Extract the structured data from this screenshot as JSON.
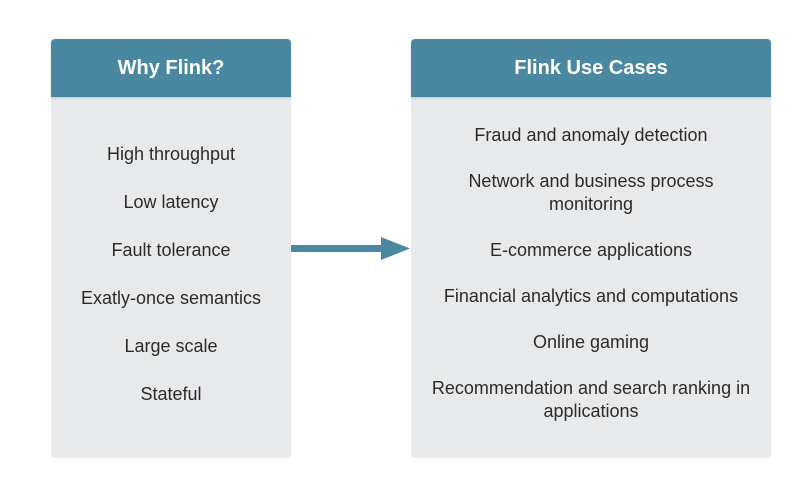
{
  "colors": {
    "header_bg": "#4a87a1",
    "panel_bg": "#e8e9eb",
    "arrow": "#4a87a1",
    "text": "#2b2b2b"
  },
  "left_panel": {
    "title": "Why Flink?",
    "items": [
      "High throughput",
      "Low latency",
      "Fault tolerance",
      "Exatly-once semantics",
      "Large scale",
      "Stateful"
    ]
  },
  "right_panel": {
    "title": "Flink Use Cases",
    "items": [
      {
        "line1": "Fraud and anomaly detection",
        "line2": ""
      },
      {
        "line1": "Network and business process",
        "line2": "monitoring"
      },
      {
        "line1": "E-commerce applications",
        "line2": ""
      },
      {
        "line1": "Financial analytics and computations",
        "line2": ""
      },
      {
        "line1": "Online gaming",
        "line2": ""
      },
      {
        "line1": "Recommendation and search ranking in",
        "line2": "applications"
      }
    ]
  },
  "connector": {
    "icon": "right-arrow-icon"
  }
}
